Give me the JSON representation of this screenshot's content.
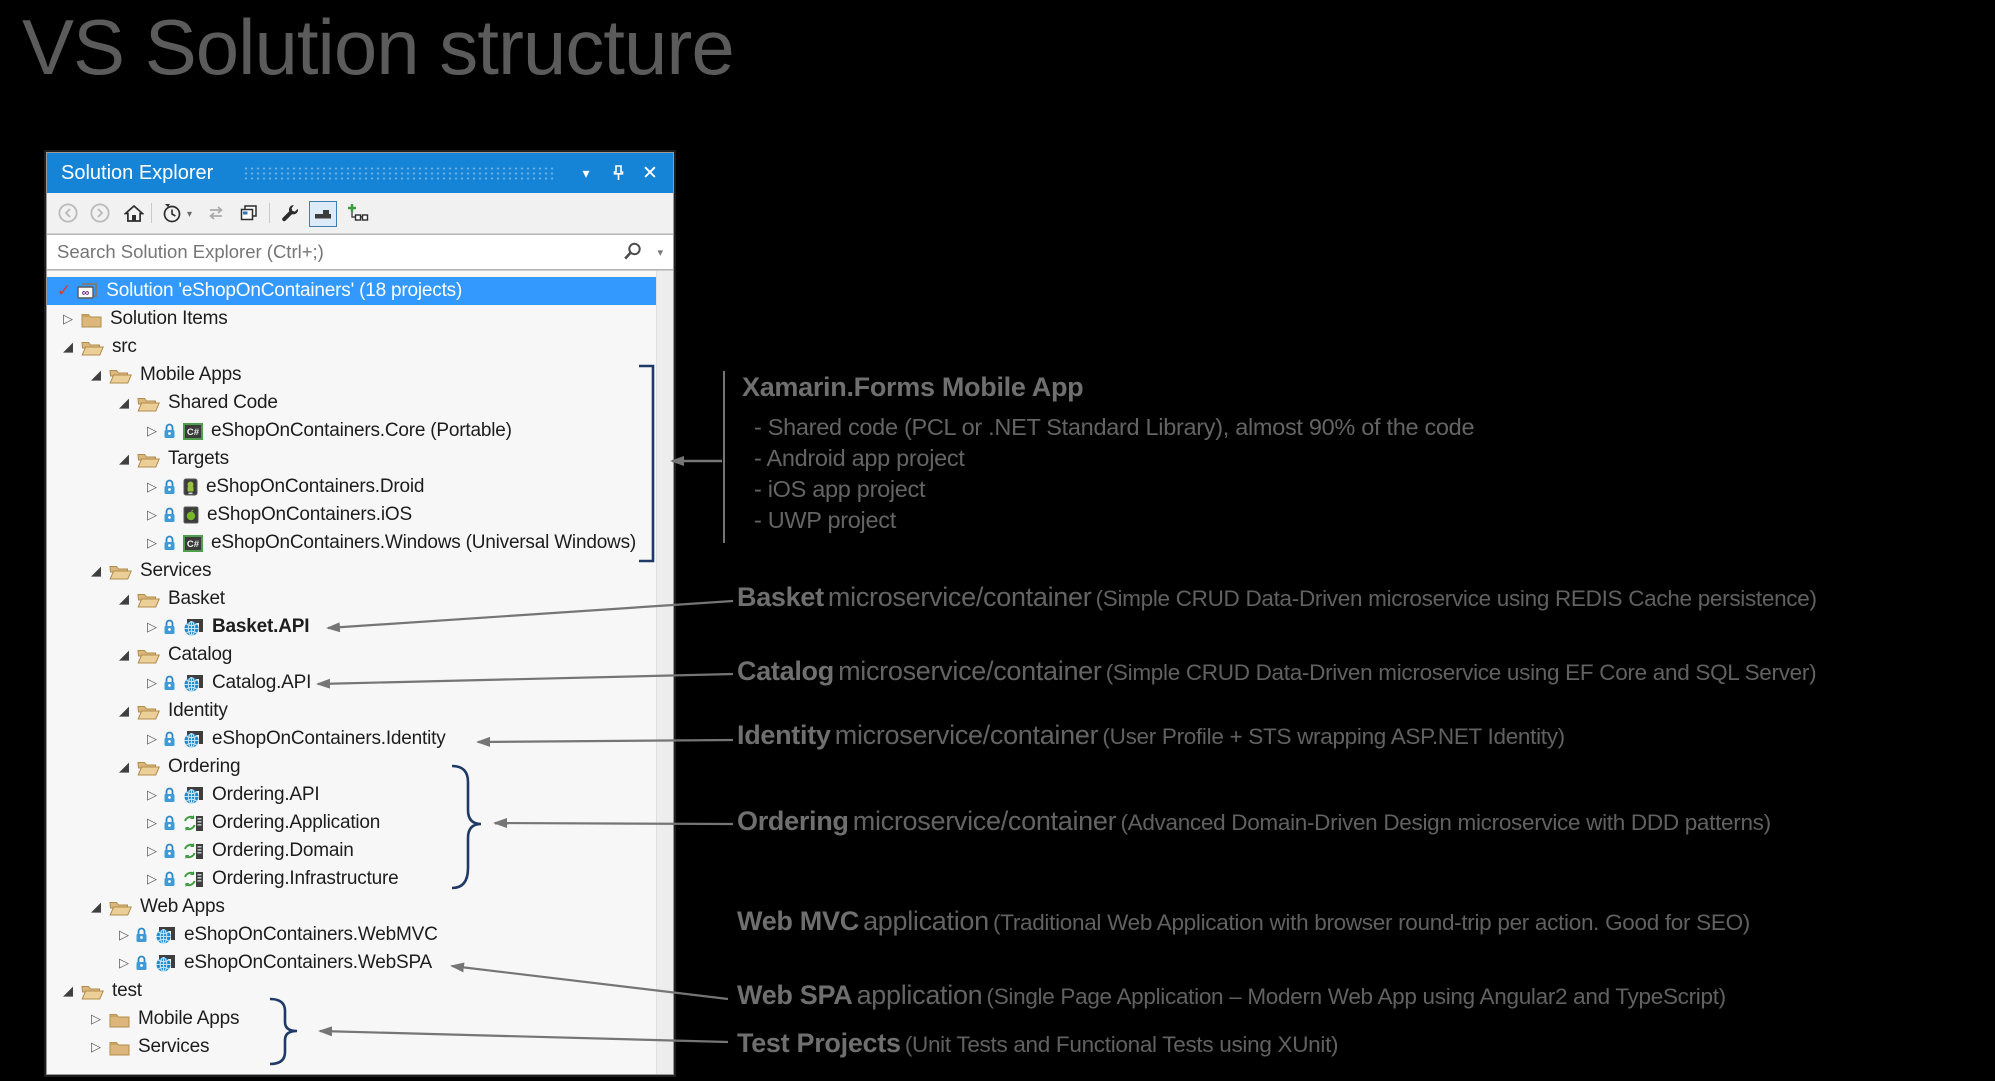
{
  "page": {
    "title": "VS Solution structure"
  },
  "colors": {
    "vs_blue": "#1583d6",
    "selection_blue": "#3399fe",
    "folder_tan": "#dcb67a",
    "bracket_navy": "#1f3a66",
    "arrow_gray": "#757575",
    "title_gray": "#5b5b5b",
    "annotation_gray": "#646464"
  },
  "panel": {
    "title": "Solution Explorer",
    "search": {
      "placeholder": "Search Solution Explorer (Ctrl+;)"
    },
    "tree": {
      "rows": [
        {
          "label": "Solution 'eShopOnContainers' (18 projects)",
          "level": 0,
          "expander": "none",
          "icon": "solution",
          "lock": false,
          "bold": false,
          "selected": true
        },
        {
          "label": "Solution Items",
          "level": 1,
          "expander": "collapsed",
          "icon": "folder-closed",
          "lock": false,
          "bold": false,
          "selected": false
        },
        {
          "label": "src",
          "level": 1,
          "expander": "expanded",
          "icon": "folder-open",
          "lock": false,
          "bold": false,
          "selected": false
        },
        {
          "label": "Mobile Apps",
          "level": 2,
          "expander": "expanded",
          "icon": "folder-open",
          "lock": false,
          "bold": false,
          "selected": false
        },
        {
          "label": "Shared Code",
          "level": 3,
          "expander": "expanded",
          "icon": "folder-open",
          "lock": false,
          "bold": false,
          "selected": false
        },
        {
          "label": "eShopOnContainers.Core (Portable)",
          "level": 4,
          "expander": "collapsed",
          "icon": "csharp",
          "lock": true,
          "bold": false,
          "selected": false
        },
        {
          "label": "Targets",
          "level": 3,
          "expander": "expanded",
          "icon": "folder-open",
          "lock": false,
          "bold": false,
          "selected": false
        },
        {
          "label": "eShopOnContainers.Droid",
          "level": 4,
          "expander": "collapsed",
          "icon": "android",
          "lock": true,
          "bold": false,
          "selected": false
        },
        {
          "label": "eShopOnContainers.iOS",
          "level": 4,
          "expander": "collapsed",
          "icon": "ios",
          "lock": true,
          "bold": false,
          "selected": false
        },
        {
          "label": "eShopOnContainers.Windows (Universal Windows)",
          "level": 4,
          "expander": "collapsed",
          "icon": "csharp",
          "lock": true,
          "bold": false,
          "selected": false
        },
        {
          "label": "Services",
          "level": 2,
          "expander": "expanded",
          "icon": "folder-open",
          "lock": false,
          "bold": false,
          "selected": false
        },
        {
          "label": "Basket",
          "level": 3,
          "expander": "expanded",
          "icon": "folder-open",
          "lock": false,
          "bold": false,
          "selected": false
        },
        {
          "label": "Basket.API",
          "level": 4,
          "expander": "collapsed",
          "icon": "web",
          "lock": true,
          "bold": true,
          "selected": false
        },
        {
          "label": "Catalog",
          "level": 3,
          "expander": "expanded",
          "icon": "folder-open",
          "lock": false,
          "bold": false,
          "selected": false
        },
        {
          "label": "Catalog.API",
          "level": 4,
          "expander": "collapsed",
          "icon": "web",
          "lock": true,
          "bold": false,
          "selected": false
        },
        {
          "label": "Identity",
          "level": 3,
          "expander": "expanded",
          "icon": "folder-open",
          "lock": false,
          "bold": false,
          "selected": false
        },
        {
          "label": "eShopOnContainers.Identity",
          "level": 4,
          "expander": "collapsed",
          "icon": "web",
          "lock": true,
          "bold": false,
          "selected": false
        },
        {
          "label": "Ordering",
          "level": 3,
          "expander": "expanded",
          "icon": "folder-open",
          "lock": false,
          "bold": false,
          "selected": false
        },
        {
          "label": "Ordering.API",
          "level": 4,
          "expander": "collapsed",
          "icon": "web",
          "lock": true,
          "bold": false,
          "selected": false
        },
        {
          "label": "Ordering.Application",
          "level": 4,
          "expander": "collapsed",
          "icon": "classlib",
          "lock": true,
          "bold": false,
          "selected": false
        },
        {
          "label": "Ordering.Domain",
          "level": 4,
          "expander": "collapsed",
          "icon": "classlib",
          "lock": true,
          "bold": false,
          "selected": false
        },
        {
          "label": "Ordering.Infrastructure",
          "level": 4,
          "expander": "collapsed",
          "icon": "classlib",
          "lock": true,
          "bold": false,
          "selected": false
        },
        {
          "label": "Web Apps",
          "level": 2,
          "expander": "expanded",
          "icon": "folder-open",
          "lock": false,
          "bold": false,
          "selected": false
        },
        {
          "label": "eShopOnContainers.WebMVC",
          "level": 3,
          "expander": "collapsed",
          "icon": "web",
          "lock": true,
          "bold": false,
          "selected": false
        },
        {
          "label": "eShopOnContainers.WebSPA",
          "level": 3,
          "expander": "collapsed",
          "icon": "web",
          "lock": true,
          "bold": false,
          "selected": false
        },
        {
          "label": "test",
          "level": 1,
          "expander": "expanded",
          "icon": "folder-open",
          "lock": false,
          "bold": false,
          "selected": false
        },
        {
          "label": "Mobile Apps",
          "level": 2,
          "expander": "collapsed",
          "icon": "folder-closed",
          "lock": false,
          "bold": false,
          "selected": false
        },
        {
          "label": "Services",
          "level": 2,
          "expander": "collapsed",
          "icon": "folder-closed",
          "lock": false,
          "bold": false,
          "selected": false
        }
      ]
    }
  },
  "annotations": {
    "xamarin": {
      "title": "Xamarin.Forms Mobile App",
      "bullets": [
        "- Shared code (PCL or .NET Standard Library), almost 90% of the code",
        "- Android app project",
        "- iOS app project",
        "- UWP project"
      ]
    },
    "basket": {
      "title": "Basket",
      "mid": "microservice/container",
      "detail": "(Simple CRUD Data-Driven microservice using REDIS Cache persistence)"
    },
    "catalog": {
      "title": "Catalog",
      "mid": "microservice/container",
      "detail": "(Simple CRUD Data-Driven microservice using EF Core and SQL Server)"
    },
    "identity": {
      "title": "Identity",
      "mid": "microservice/container",
      "detail": "(User Profile + STS wrapping ASP.NET Identity)"
    },
    "ordering": {
      "title": "Ordering",
      "mid": "microservice/container",
      "detail": "(Advanced Domain-Driven Design microservice with DDD patterns)"
    },
    "webmvc": {
      "title": "Web MVC",
      "mid": "application",
      "detail": "(Traditional Web Application with browser round-trip per action. Good for SEO)"
    },
    "webspa": {
      "title": "Web SPA",
      "mid": "application",
      "detail": "(Single Page Application – Modern Web App using Angular2 and TypeScript)"
    },
    "test": {
      "title": "Test Projects",
      "mid": "",
      "detail": "(Unit Tests and Functional Tests using XUnit)"
    }
  }
}
